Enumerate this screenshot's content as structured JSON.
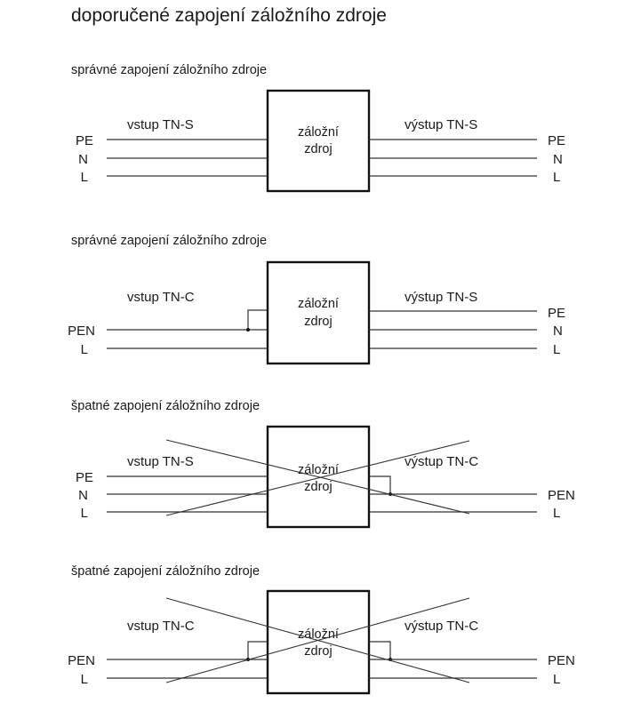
{
  "title": "doporučené zapojení záložního zdroje",
  "box_label_line1": "záložní",
  "box_label_line2": "zdroj",
  "diagrams": [
    {
      "heading": "správné zapojení záložního zdroje",
      "input_label": "vstup TN-S",
      "output_label": "výstup TN-S",
      "input_conductors": [
        "PE",
        "N",
        "L"
      ],
      "output_conductors": [
        "PE",
        "N",
        "L"
      ],
      "crossed_out": false
    },
    {
      "heading": "správné zapojení záložního zdroje",
      "input_label": "vstup TN-C",
      "output_label": "výstup TN-S",
      "input_conductors": [
        "PEN",
        "L"
      ],
      "output_conductors": [
        "PE",
        "N",
        "L"
      ],
      "crossed_out": false
    },
    {
      "heading": "špatné zapojení záložního zdroje",
      "input_label": "vstup TN-S",
      "output_label": "výstup TN-C",
      "input_conductors": [
        "PE",
        "N",
        "L"
      ],
      "output_conductors": [
        "PEN",
        "L"
      ],
      "crossed_out": true
    },
    {
      "heading": "špatné zapojení záložního zdroje",
      "input_label": "vstup TN-C",
      "output_label": "výstup TN-C",
      "input_conductors": [
        "PEN",
        "L"
      ],
      "output_conductors": [
        "PEN",
        "L"
      ],
      "crossed_out": true
    }
  ]
}
